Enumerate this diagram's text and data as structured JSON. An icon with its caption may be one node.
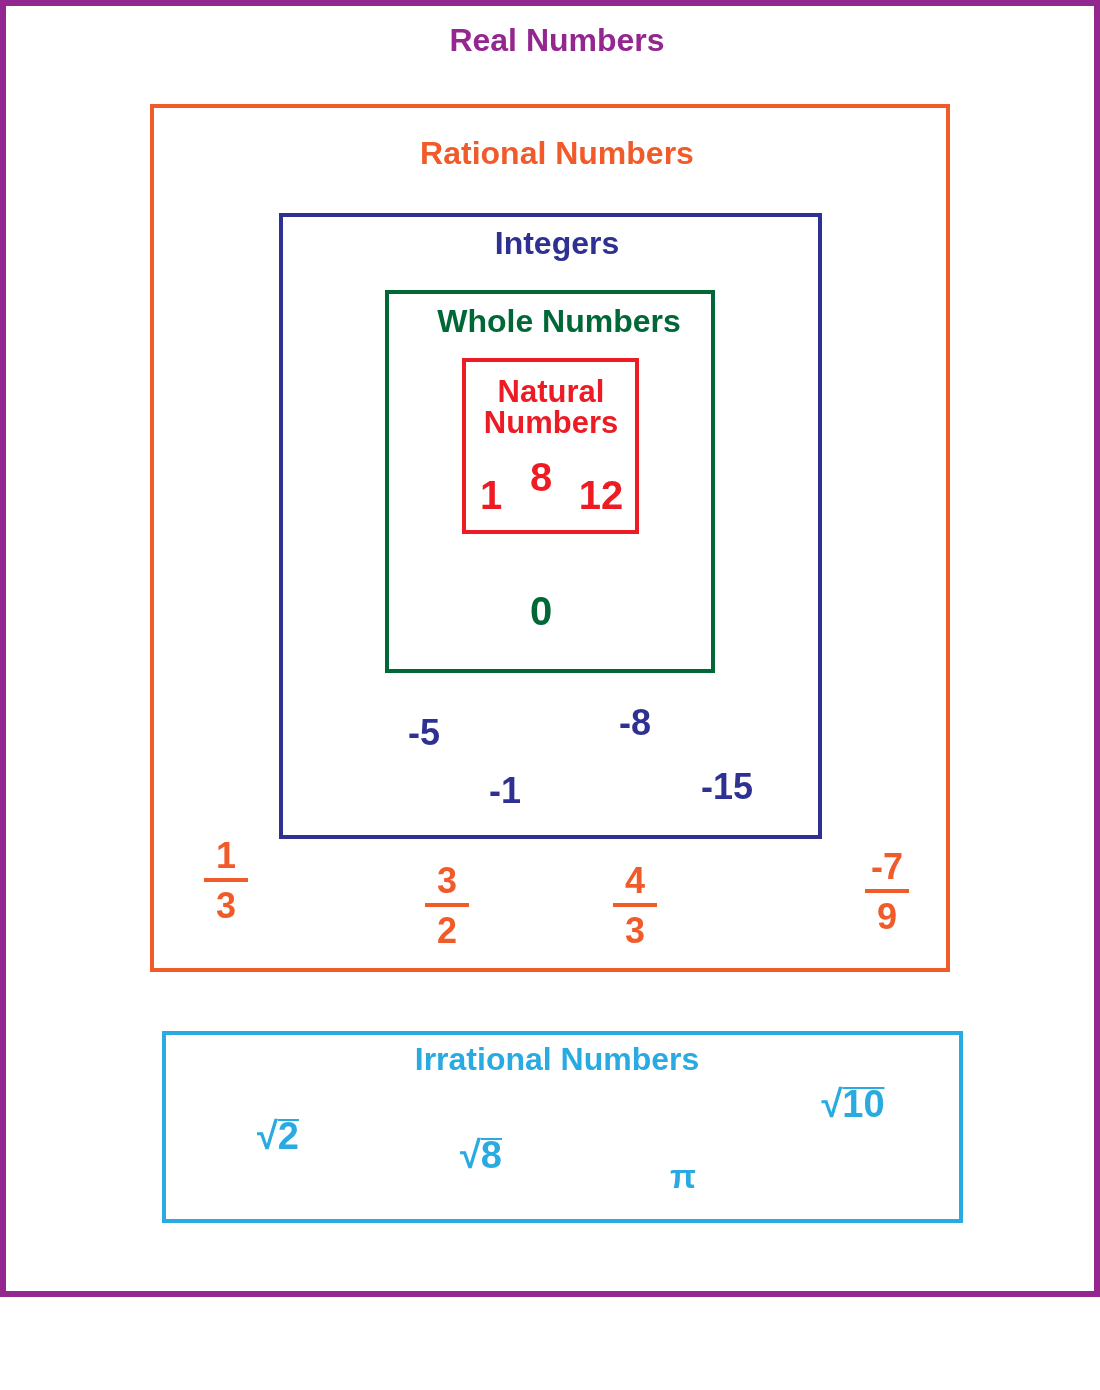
{
  "diagram": {
    "nodes": [
      {
        "text": [
          "Real Numbers"
        ]
      },
      {
        "text": [
          "Rational Numbers",
          "1",
          "3",
          "3",
          "2",
          "4",
          "3",
          "-7",
          "9"
        ],
        "in": 0
      },
      {
        "text": [
          "Integers",
          "-5",
          "-8",
          "-1",
          "-15"
        ],
        "in": 1
      },
      {
        "text": [
          "Whole Numbers",
          "0"
        ],
        "in": 2
      },
      {
        "text": [
          "Natural Numbers",
          "1",
          "8",
          "12"
        ],
        "in": 3
      },
      {
        "text": [
          "Irrational Numbers",
          "√2",
          "√8",
          "π",
          "√10"
        ],
        "in": 0
      }
    ]
  }
}
